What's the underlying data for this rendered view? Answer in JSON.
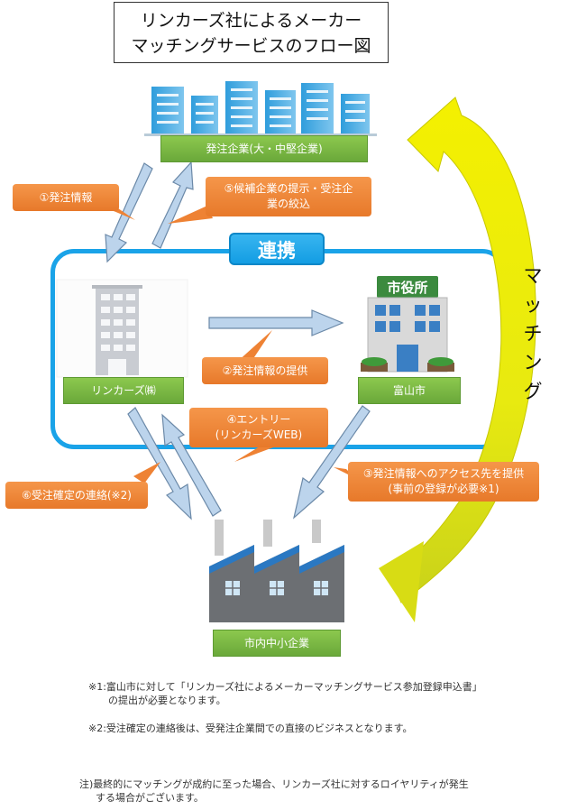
{
  "title": {
    "line1": "リンカーズ社によるメーカー",
    "line2": "マッチングサービスのフロー図"
  },
  "nodes": {
    "orderers": "発注企業(大・中堅企業)",
    "linkers": "リンカーズ㈱",
    "city": "富山市",
    "sme": "市内中小企業",
    "city_hall_sign": "市役所"
  },
  "group_label": "連携",
  "matching_label": "マッチング",
  "steps": {
    "s1": "①発注情報",
    "s5_line1": "⑤候補企業の提示・受注企",
    "s5_line2": "業の絞込",
    "s2": "②発注情報の提供",
    "s4_line1": "④エントリー",
    "s4_line2": "(リンカーズWEB)",
    "s6": "⑥受注確定の連絡(※2)",
    "s3_line1": "③発注情報へのアクセス先を提供",
    "s3_line2": "(事前の登録が必要※1)"
  },
  "notes": {
    "n1_line1": "※1:富山市に対して「リンカーズ社によるメーカーマッチングサービス参加登録申込書」",
    "n1_line2": "の提出が必要となります。",
    "n2": "※2:受注確定の連絡後は、受発注企業間での直接のビジネスとなります。",
    "n3_line1": "注)最終的にマッチングが成約に至った場合、リンカーズ社に対するロイヤリティが発生",
    "n3_line2": "する場合がございます。"
  },
  "colors": {
    "green": "#7ab844",
    "orange": "#ee8234",
    "blue_frame": "#1aa3e8",
    "arrow_fill": "#bcd4ec",
    "arrow_stroke": "#6b89a8",
    "matching_arrow": "#f2f200"
  },
  "icons": {
    "buildings": "office-buildings-icon",
    "linkers_building": "office-building-icon",
    "city_hall": "city-hall-icon",
    "factory": "factory-icon"
  }
}
